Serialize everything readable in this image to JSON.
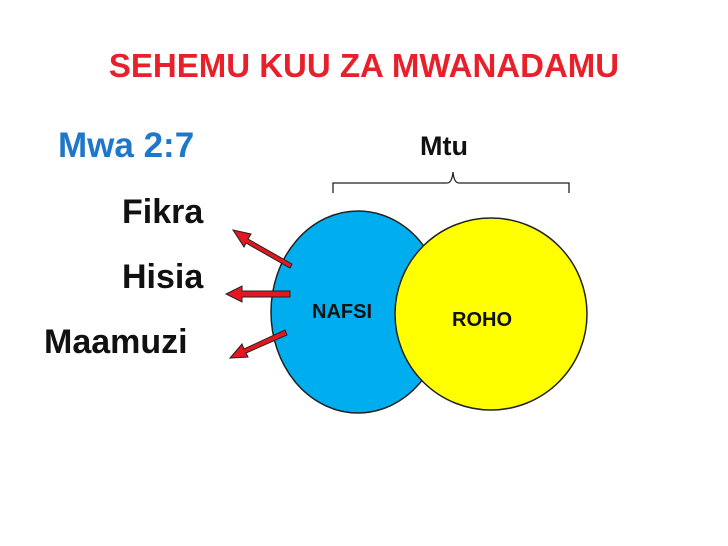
{
  "title": "SEHEMU KUU ZA MWANADAMU",
  "reference": "Mwa 2:7",
  "faculties": [
    "Fikra",
    "Hisia",
    "Maamuzi"
  ],
  "whole_label": "Mtu",
  "circles": {
    "soul": "NAFSI",
    "spirit": "ROHO"
  },
  "colors": {
    "title": "#e8202a",
    "reference": "#1f77c9",
    "text": "#111111",
    "soul_fill": "#00aef0",
    "spirit_fill": "#ffff00",
    "arrow_fill": "#e4161f",
    "outline": "#222222"
  }
}
